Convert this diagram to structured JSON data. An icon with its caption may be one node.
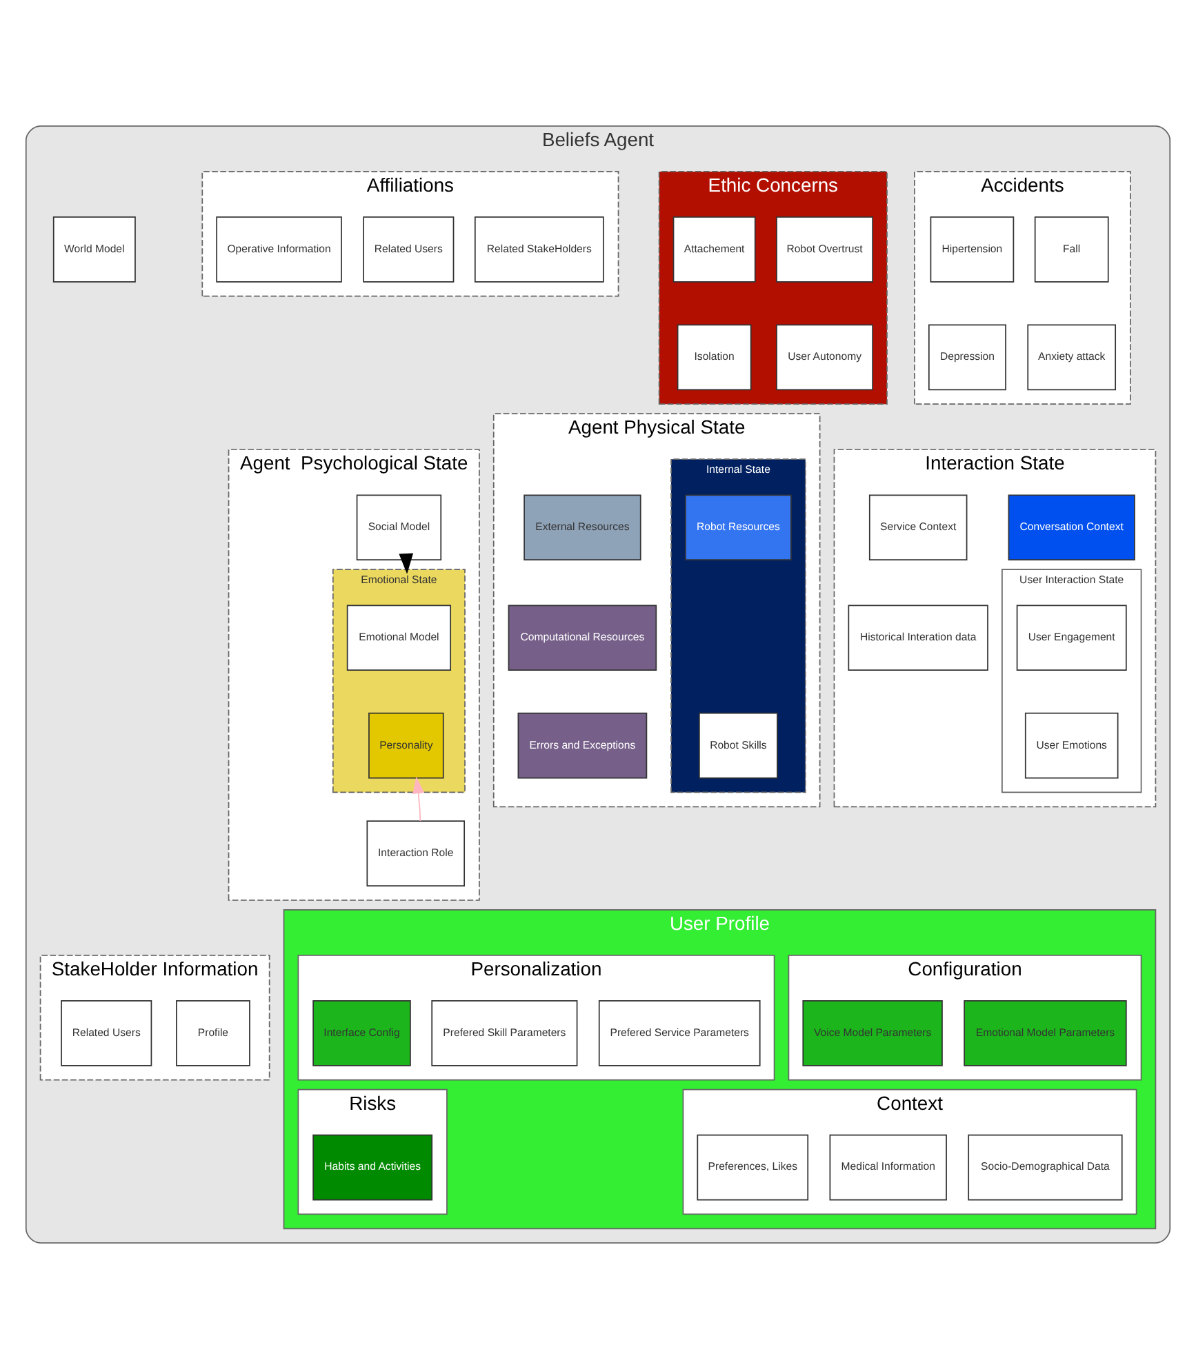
{
  "diagram": {
    "nodes": [
      {
        "text": [
          "Beliefs Agent"
        ]
      },
      {
        "text": [
          "Accidents"
        ],
        "in": 0
      },
      {
        "text": [
          "Fall"
        ],
        "in": 1
      },
      {
        "text": [
          "Hipertension"
        ],
        "in": 1
      },
      {
        "text": [
          "Anxiety attack"
        ],
        "in": 1
      },
      {
        "text": [
          "Depression"
        ],
        "in": 1
      },
      {
        "text": [
          "Ethic Concerns"
        ],
        "in": 0
      },
      {
        "text": [
          "Robot Overtrust"
        ],
        "in": 6
      },
      {
        "text": [
          "Attachement"
        ],
        "in": 6
      },
      {
        "text": [
          "User Autonomy"
        ],
        "in": 6
      },
      {
        "text": [
          "Isolation"
        ],
        "in": 6
      },
      {
        "text": [
          "World Model"
        ],
        "in": 0
      },
      {
        "text": [
          "Affiliations"
        ],
        "in": 0
      },
      {
        "text": [
          "Related StakeHolders"
        ],
        "in": 12
      },
      {
        "text": [
          "Related Users"
        ],
        "in": 12
      },
      {
        "text": [
          "Operative Information"
        ],
        "in": 12
      },
      {
        "text": [
          "Interaction State"
        ],
        "in": 0
      },
      {
        "text": [
          "Conversation Context"
        ],
        "in": 16
      },
      {
        "text": [
          "Service Context"
        ],
        "in": 16
      },
      {
        "text": [
          "User Interaction State"
        ],
        "in": 16
      },
      {
        "text": [
          "User Engagement"
        ],
        "in": 19
      },
      {
        "text": [
          "User Emotions"
        ],
        "in": 19
      },
      {
        "text": [
          "Historical Interation data"
        ],
        "in": 16
      },
      {
        "text": [
          "Agent Physical State"
        ],
        "in": 0
      },
      {
        "text": [
          "Internal State"
        ],
        "in": 23
      },
      {
        "text": [
          "Robot Resources"
        ],
        "in": 24
      },
      {
        "text": [
          "Robot Skills"
        ],
        "in": 24
      },
      {
        "text": [
          "External Resources"
        ],
        "in": 23
      },
      {
        "text": [
          "Computational Resources"
        ],
        "in": 23
      },
      {
        "text": [
          "Errors and Exceptions"
        ],
        "in": 23
      },
      {
        "text": [
          "Agent  Psychological State"
        ],
        "in": 0
      },
      {
        "text": [
          "Social Model"
        ],
        "in": 30
      },
      {
        "text": [
          "Emotional State"
        ],
        "in": 30
      },
      {
        "text": [
          "Emotional Model"
        ],
        "in": 32
      },
      {
        "text": [
          "Personality"
        ],
        "in": 32
      },
      {
        "text": [
          "Interaction Role"
        ],
        "in": 30
      },
      {
        "text": [
          "User Profile"
        ],
        "in": 0
      },
      {
        "text": [
          "Configuration"
        ],
        "in": 36
      },
      {
        "text": [
          "Emotional Model Parameters"
        ],
        "in": 37
      },
      {
        "text": [
          "Voice Model Parameters"
        ],
        "in": 37
      },
      {
        "text": [
          "Personalization"
        ],
        "in": 36
      },
      {
        "text": [
          "Prefered Service Parameters"
        ],
        "in": 40
      },
      {
        "text": [
          "Prefered Skill Parameters"
        ],
        "in": 40
      },
      {
        "text": [
          "Interface Config"
        ],
        "in": 40
      },
      {
        "text": [
          "Context"
        ],
        "in": 36
      },
      {
        "text": [
          "Socio-Demographical Data"
        ],
        "in": 44
      },
      {
        "text": [
          "Medical Information"
        ],
        "in": 44
      },
      {
        "text": [
          "Preferences, Likes"
        ],
        "in": 44
      },
      {
        "text": [
          "Risks"
        ],
        "in": 36
      },
      {
        "text": [
          "Habits and Activities"
        ],
        "in": 48
      },
      {
        "text": [
          "StakeHolder Information"
        ],
        "in": 0
      },
      {
        "text": [
          "Profile"
        ],
        "in": 50
      },
      {
        "text": [
          "Related Users"
        ],
        "in": 50
      }
    ],
    "edges": [
      {
        "from": 31,
        "to": 32,
        "arrow": "to",
        "style": "thick"
      },
      {
        "from": 35,
        "to": 34,
        "arrow": "to",
        "color": "#ffb6c1"
      }
    ]
  }
}
